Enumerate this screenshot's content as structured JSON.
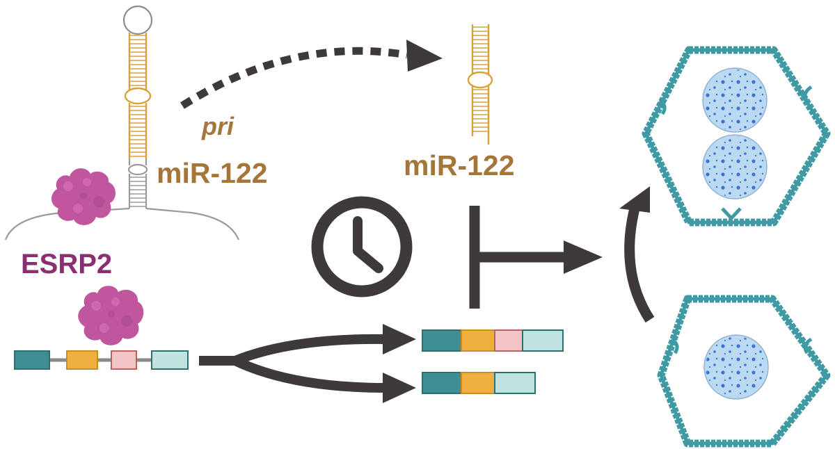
{
  "labels": {
    "pri_prefix": "pri",
    "pri_mirna": "miR-122",
    "mature_mirna": "miR-122",
    "protein": "ESRP2"
  },
  "colors": {
    "arrow": "#3d3a39",
    "gold_text": "#a5763a",
    "protein": "#c0569e",
    "protein_text": "#8b2f72",
    "cell_outline": "#3f9aa3",
    "nucleus_fill": "#bcd9f2",
    "nucleus_dot": "#2f66d6",
    "exon_teal": "#3d8f94",
    "exon_orange": "#f0b040",
    "exon_pink": "#f2c6c6",
    "exon_mint": "#bfe4e0",
    "rna_gold": "#d9a13c",
    "rna_grey": "#9a9a9a"
  },
  "icons": {
    "clock": "clock-icon",
    "protein": "protein-blob-icon",
    "cell": "hepatocyte-icon",
    "nucleus": "nucleus-icon"
  },
  "transcripts": {
    "pre_mrna_exons": [
      "teal",
      "orange",
      "pink",
      "mint"
    ],
    "long_isoform_exons": [
      "teal",
      "orange",
      "pink",
      "mint"
    ],
    "short_isoform_exons": [
      "teal",
      "orange",
      "mint"
    ]
  },
  "cells": {
    "mature_cell_nuclei": 2,
    "immature_cell_nuclei": 1
  }
}
